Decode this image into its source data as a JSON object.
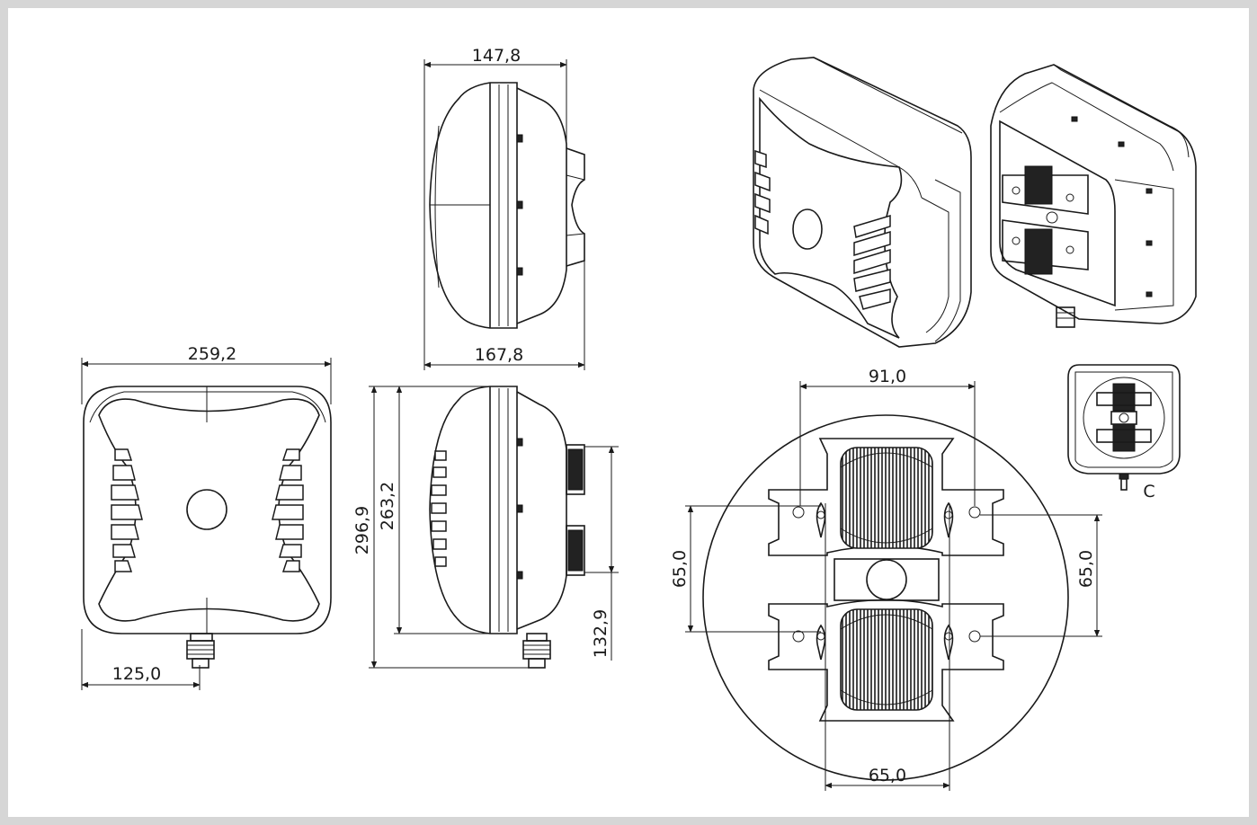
{
  "drawing": {
    "dimensions": {
      "front_width": "259,2",
      "connector_offset": "125,0",
      "side_top_depth": "147,8",
      "side_bottom_depth": "167,8",
      "overall_height": "296,9",
      "body_height": "263,2",
      "bracket_height": "132,9",
      "bracket_hole_spacing_h": "91,0",
      "bracket_hole_spacing_v_left": "65,0",
      "bracket_hole_spacing_v_right": "65,0",
      "bracket_bottom_width": "65,0"
    },
    "detail_label": "C"
  }
}
